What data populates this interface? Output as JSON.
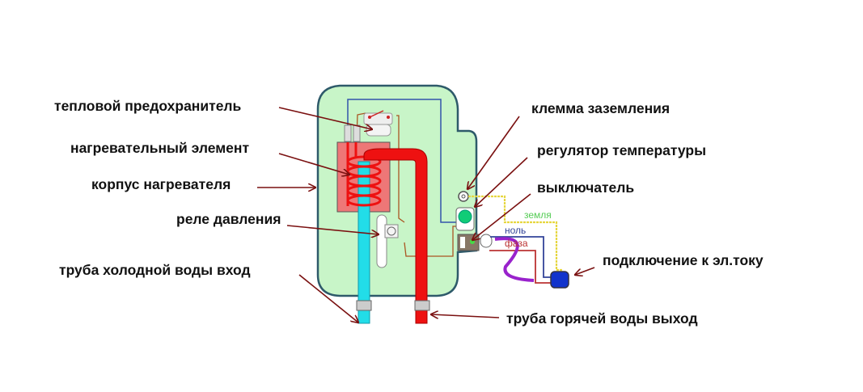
{
  "labels": {
    "thermal_fuse": "тепловой предохранитель",
    "heating_element": "нагревательный элемент",
    "heater_body": "корпус нагревателя",
    "pressure_relay": "реле давления",
    "cold_pipe": "труба холодной воды вход",
    "ground_terminal": "клемма заземления",
    "thermostat": "регулятор температуры",
    "switch": "выключатель",
    "power_connection": "подключение к эл.току",
    "hot_pipe": "труба горячей воды выход"
  },
  "wires": {
    "ground": "земля",
    "neutral": "ноль",
    "phase": "фаза"
  },
  "colors": {
    "body": "#c8f5c8",
    "outline": "#2e5a6a",
    "hot": "#ee1111",
    "cold": "#22dde8",
    "heater_box": "#ee7777",
    "arrow": "#7a1010",
    "ground_wire": "#e6d640",
    "neutral_wire": "#334499",
    "phase_wire": "#bb3333",
    "cable": "#9922cc",
    "plug": "#1133cc"
  }
}
